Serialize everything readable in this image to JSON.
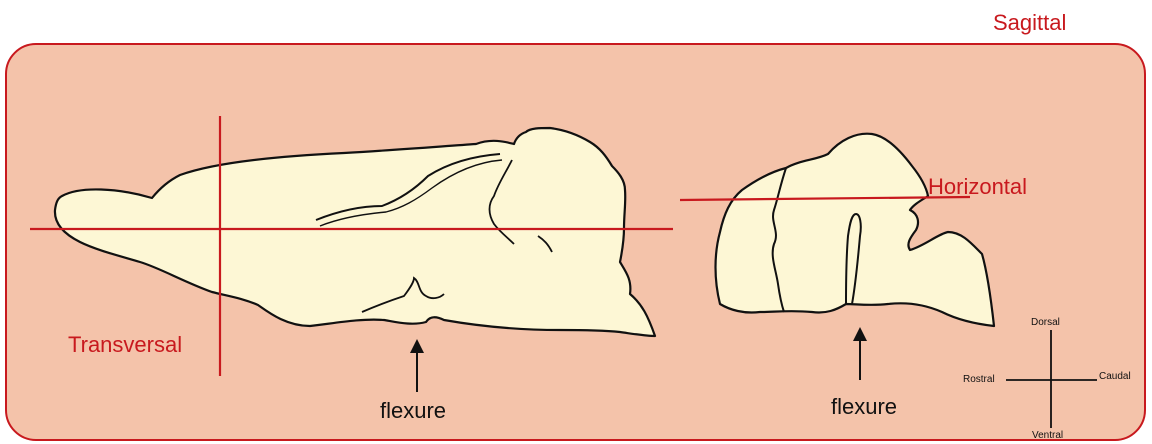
{
  "labels": {
    "sagittal": "Sagittal",
    "horizontal": "Horizontal",
    "transversal": "Transversal",
    "flexure_left": "flexure",
    "flexure_right": "flexure"
  },
  "compass": {
    "dorsal": "Dorsal",
    "ventral": "Ventral",
    "rostral": "Rostral",
    "caudal": "Caudal"
  },
  "colors": {
    "panel_fill": "#f4c3aa",
    "panel_border": "#c8191e",
    "brain_fill": "#fdf7d5",
    "section_line": "#c8191e",
    "outline": "#111111"
  }
}
